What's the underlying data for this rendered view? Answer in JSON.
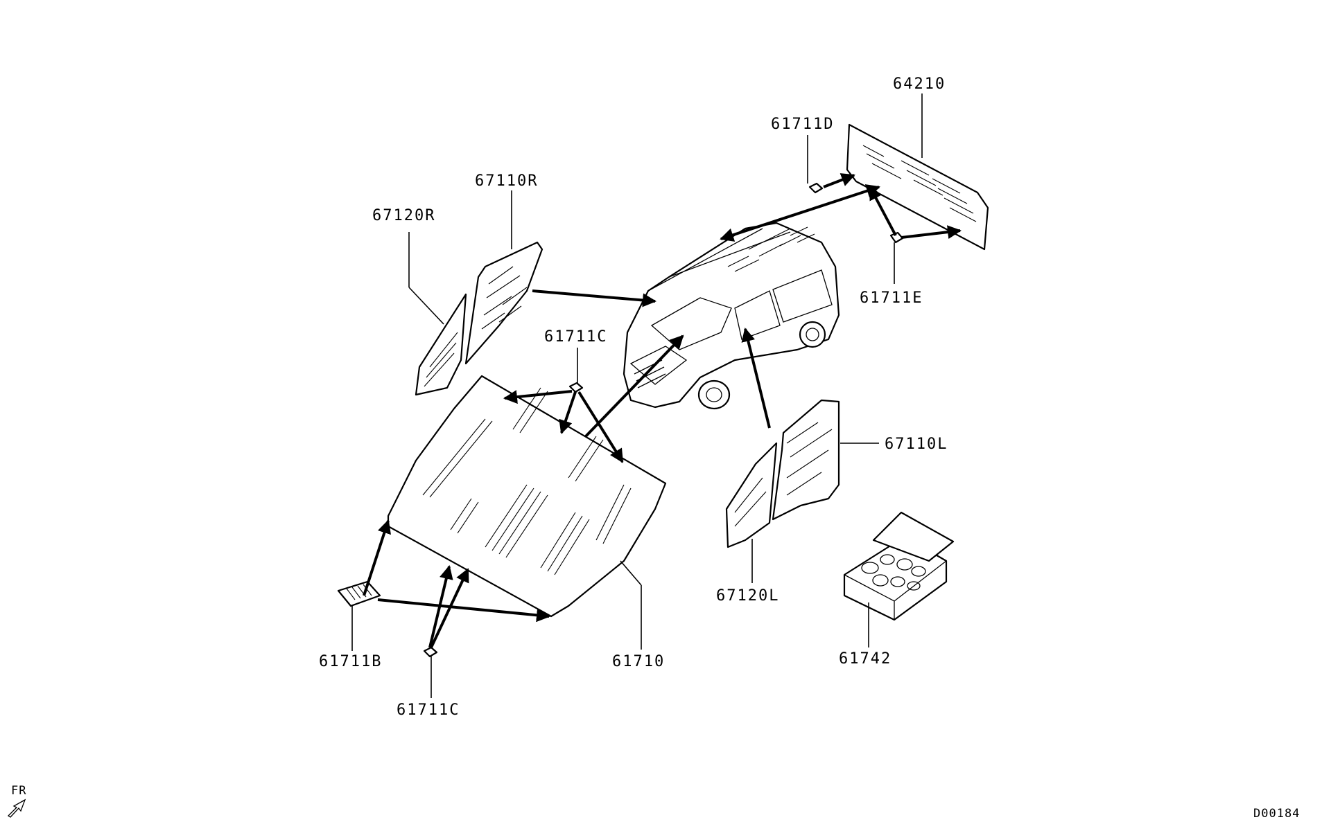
{
  "labels": {
    "p64210": "64210",
    "p61711D": "61711D",
    "p67110R": "67110R",
    "p67120R": "67120R",
    "p61711E": "61711E",
    "p61711C_top": "61711C",
    "p67110L": "67110L",
    "p67120L": "67120L",
    "p61742": "61742",
    "p61711B": "61711B",
    "p61710": "61710",
    "p61711C_bottom": "61711C"
  },
  "orientation": {
    "label": "FR"
  },
  "diagram_code": "D00184"
}
